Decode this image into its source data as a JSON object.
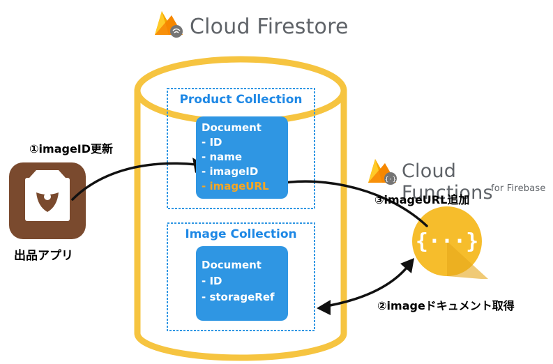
{
  "firestore": {
    "title": "Cloud Firestore",
    "icon": "firebase-flame-icon"
  },
  "functions": {
    "title": "Cloud Functions",
    "subtitle": "for Firebase",
    "icon": "firebase-flame-icon"
  },
  "product_collection": {
    "title": "Product Collection",
    "document": {
      "heading": "Document",
      "fields": [
        "- ID",
        "- name",
        "- imageID"
      ],
      "highlight_field": "- imageURL"
    }
  },
  "image_collection": {
    "title": "Image Collection",
    "document": {
      "heading": "Document",
      "fields": [
        "- ID",
        "- storageRef"
      ]
    }
  },
  "app": {
    "label": "出品アプリ",
    "icon": "app-box-icon"
  },
  "steps": {
    "step1": "①imageID更新",
    "step2": "②imageドキュメント取得",
    "step3": "③imageURL追加"
  },
  "colors": {
    "cylinder": "#f6c440",
    "collection_border": "#2f96e3",
    "document_fill": "#2f96e3",
    "highlight_text": "#f5a623",
    "functions_fill": "#f6bd2c",
    "app_fill": "#7a4a2e"
  }
}
